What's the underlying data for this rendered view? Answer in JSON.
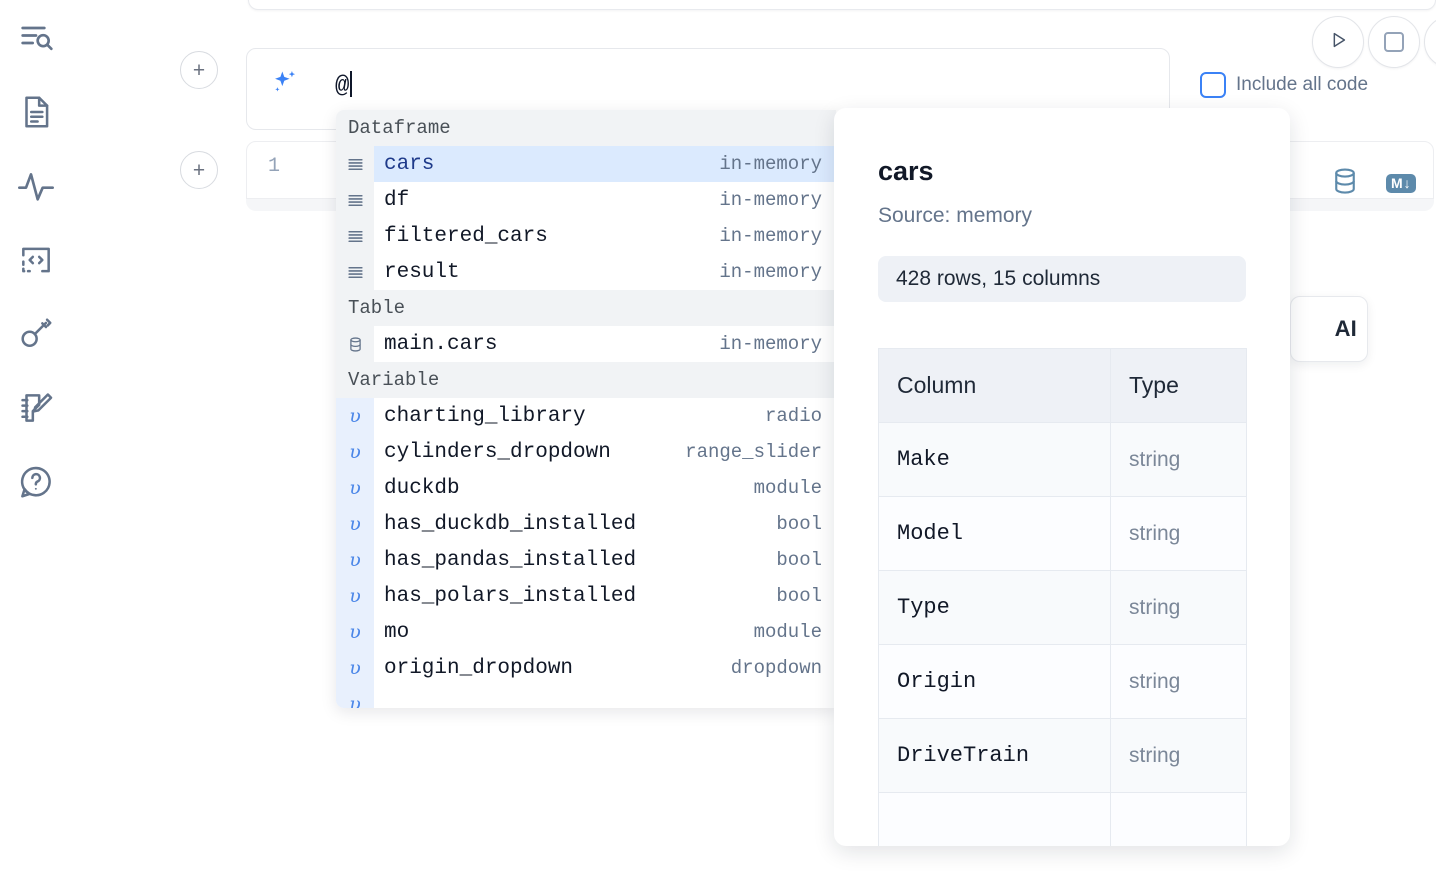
{
  "sidebar": {
    "items": [
      {
        "name": "explorer-search-icon",
        "label": "Explore"
      },
      {
        "name": "document-icon",
        "label": "Notebook"
      },
      {
        "name": "activity-icon",
        "label": "Variables"
      },
      {
        "name": "code-brackets-icon",
        "label": "Snippets"
      },
      {
        "name": "key-icon",
        "label": "Secrets"
      },
      {
        "name": "notepad-pencil-icon",
        "label": "Scratchpad"
      },
      {
        "name": "help-chat-icon",
        "label": "Help"
      }
    ]
  },
  "toolbar": {
    "run_label": "Run",
    "stop_label": "Interrupt",
    "include_all_code_label": "Include all code",
    "include_all_code_checked": false,
    "add_cell_label": "+"
  },
  "ai_prompt": {
    "icon": "sparkle-icon",
    "value": "@",
    "accent_color": "#3b82f6"
  },
  "code_cell": {
    "line_number": "1",
    "sql_icon": "database-icon",
    "markdown_icon_label": "M"
  },
  "floating_card": {
    "label": "AI"
  },
  "autocomplete": {
    "groups": [
      {
        "label": "Dataframe",
        "items": [
          {
            "name": "cars",
            "meta": "in-memory",
            "icon": "dataframe-icon",
            "selected": true
          },
          {
            "name": "df",
            "meta": "in-memory",
            "icon": "dataframe-icon",
            "selected": false
          },
          {
            "name": "filtered_cars",
            "meta": "in-memory",
            "icon": "dataframe-icon",
            "selected": false
          },
          {
            "name": "result",
            "meta": "in-memory",
            "icon": "dataframe-icon",
            "selected": false
          }
        ]
      },
      {
        "label": "Table",
        "items": [
          {
            "name": "main.cars",
            "meta": "in-memory",
            "icon": "table-icon",
            "selected": false
          }
        ]
      },
      {
        "label": "Variable",
        "items": [
          {
            "name": "charting_library",
            "meta": "radio",
            "icon": "variable-icon",
            "selected": false
          },
          {
            "name": "cylinders_dropdown",
            "meta": "range_slider",
            "icon": "variable-icon",
            "selected": false
          },
          {
            "name": "duckdb",
            "meta": "module",
            "icon": "variable-icon",
            "selected": false
          },
          {
            "name": "has_duckdb_installed",
            "meta": "bool",
            "icon": "variable-icon",
            "selected": false
          },
          {
            "name": "has_pandas_installed",
            "meta": "bool",
            "icon": "variable-icon",
            "selected": false
          },
          {
            "name": "has_polars_installed",
            "meta": "bool",
            "icon": "variable-icon",
            "selected": false
          },
          {
            "name": "mo",
            "meta": "module",
            "icon": "variable-icon",
            "selected": false
          },
          {
            "name": "origin_dropdown",
            "meta": "dropdown",
            "icon": "variable-icon",
            "selected": false
          }
        ]
      }
    ]
  },
  "detail": {
    "title": "cars",
    "source": "Source: memory",
    "shape": "428 rows, 15 columns",
    "table": {
      "headers": [
        "Column",
        "Type"
      ],
      "rows": [
        [
          "Make",
          "string"
        ],
        [
          "Model",
          "string"
        ],
        [
          "Type",
          "string"
        ],
        [
          "Origin",
          "string"
        ],
        [
          "DriveTrain",
          "string"
        ]
      ]
    }
  }
}
